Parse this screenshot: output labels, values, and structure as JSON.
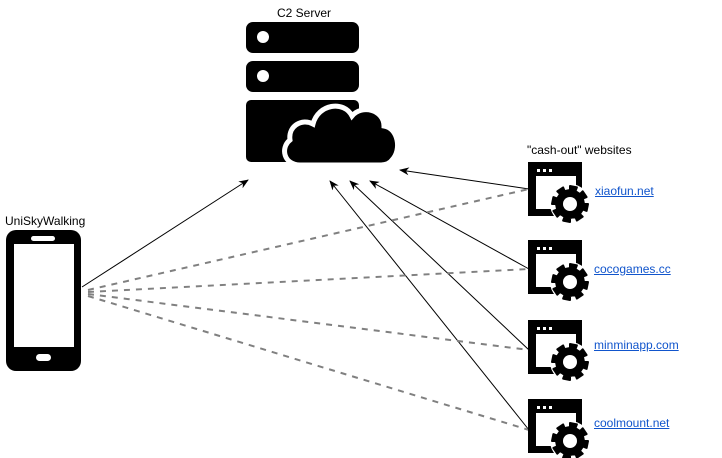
{
  "server": {
    "label": "C2 Server",
    "icon": "server-cloud-icon"
  },
  "device": {
    "label": "UniSkyWalking",
    "icon": "smartphone-icon"
  },
  "websites_group": {
    "label": "\"cash-out\" websites",
    "icon": "web-app-gear-icon"
  },
  "websites": [
    {
      "name": "xiaofun.net"
    },
    {
      "name": "cocogames.cc"
    },
    {
      "name": "minminapp.com"
    },
    {
      "name": "coolmount.net"
    }
  ],
  "edges": {
    "device_to_server": {
      "style": "solid",
      "arrow": true
    },
    "device_to_websites": {
      "style": "dashed",
      "color": "#808080"
    },
    "websites_to_server": {
      "style": "solid",
      "arrow": true
    }
  },
  "colors": {
    "icon": "#000000",
    "link": "#1155cc",
    "dashed": "#808080"
  }
}
